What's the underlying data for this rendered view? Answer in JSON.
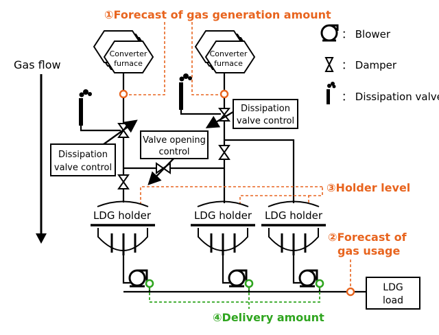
{
  "legend": {
    "blower": "： Blower",
    "damper": "： Damper",
    "dissipation": "： Dissipation valve"
  },
  "labels": {
    "gas_flow": "Gas flow",
    "forecast_gen": "①Forecast of gas generation amount",
    "forecast_usage_1": "②Forecast of",
    "forecast_usage_2": "gas usage",
    "holder_level": "③Holder level",
    "delivery": "④Delivery amount",
    "converter_1": "Converter",
    "converter_2": "furnace",
    "ldg_holder": "LDG holder",
    "dvc_left_1": "Dissipation",
    "dvc_left_2": "valve control",
    "dvc_right_1": "Dissipation",
    "dvc_right_2": "valve control",
    "voc_1": "Valve opening",
    "voc_2": "control",
    "ldg_load_1": "LDG",
    "ldg_load_2": "load"
  },
  "colors": {
    "highlight_orange": "#e8641e",
    "highlight_green": "#2fa51f"
  }
}
